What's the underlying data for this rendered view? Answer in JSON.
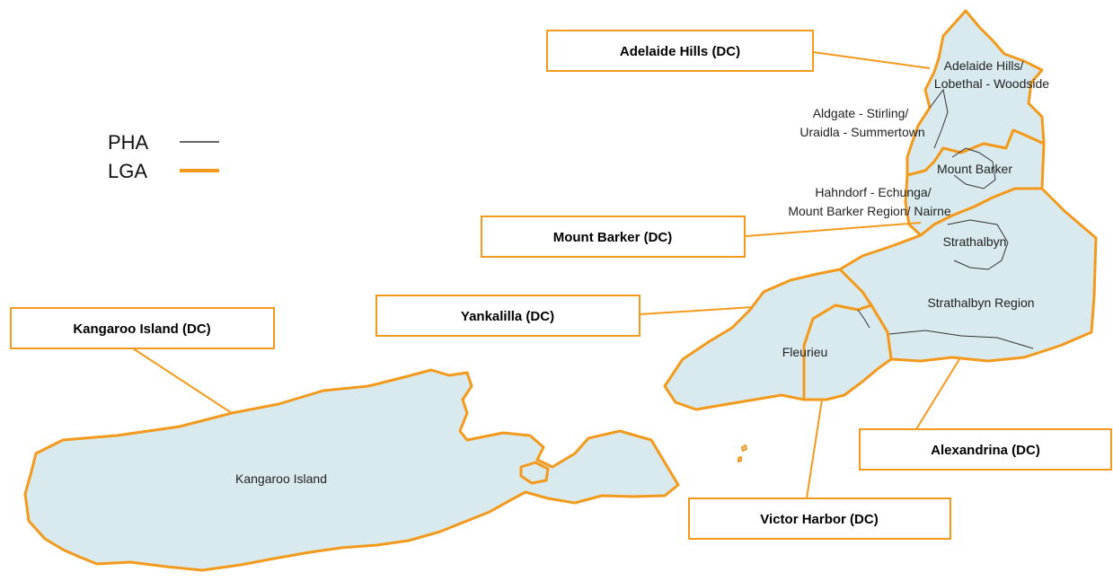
{
  "legend": {
    "pha_label": "PHA",
    "lga_label": "LGA",
    "pha_color": "#333333",
    "lga_color": "#f39a1c"
  },
  "colors": {
    "land_fill": "#d8eaed",
    "lga_border": "#f39a1c",
    "pha_border": "#333333"
  },
  "lga_labels": {
    "adelaide_hills": "Adelaide Hills (DC)",
    "mount_barker": "Mount Barker (DC)",
    "kangaroo_island": "Kangaroo Island (DC)",
    "yankalilla": "Yankalilla (DC)",
    "alexandrina": "Alexandrina (DC)",
    "victor_harbor": "Victor Harbor (DC)"
  },
  "pha_regions": {
    "adelaide_hills_l1": "Adelaide Hills/",
    "adelaide_hills_l2": "Lobethal - Woodside",
    "aldgate_l1": "Aldgate - Stirling/",
    "aldgate_l2": "Uraidla - Summertown",
    "mount_barker": "Mount Barker",
    "hahndorf_l1": "Hahndorf - Echunga/",
    "hahndorf_l2": "Mount Barker Region/ Nairne",
    "strathalbyn": "Strathalbyn",
    "strathalbyn_region": "Strathalbyn Region",
    "fleurieu": "Fleurieu",
    "kangaroo_island": "Kangaroo Island"
  }
}
